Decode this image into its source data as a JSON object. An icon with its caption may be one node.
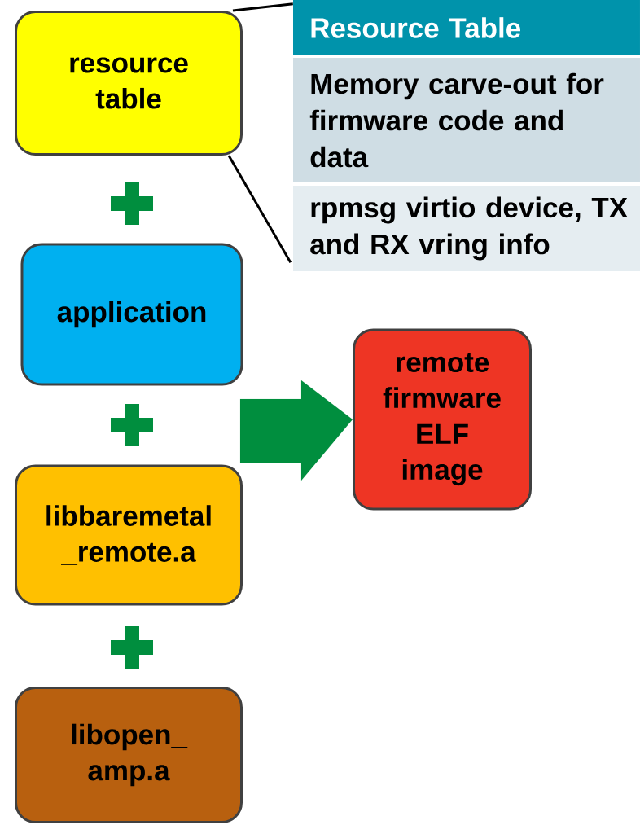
{
  "diagram": {
    "nodes": [
      {
        "text": [
          "resource table"
        ]
      },
      {
        "text": [
          "application"
        ]
      },
      {
        "text": [
          "libbaremetal _remote.a"
        ]
      },
      {
        "text": [
          "libopen_ amp.a"
        ]
      },
      {
        "text": [
          "remote firmware ELF image"
        ]
      },
      {
        "text": [
          "Resource Table",
          "Memory carve-out for firmware code and data",
          "rpmsg virtio device, TX and RX vring info"
        ]
      }
    ],
    "edges": [
      {
        "from": 0,
        "to": 5,
        "arrow": "none"
      },
      {
        "from": 0,
        "to": 5,
        "arrow": "none"
      },
      {
        "from": null,
        "to": 4,
        "arrow": "to",
        "style": "thick",
        "color": "#008e3e"
      }
    ]
  }
}
